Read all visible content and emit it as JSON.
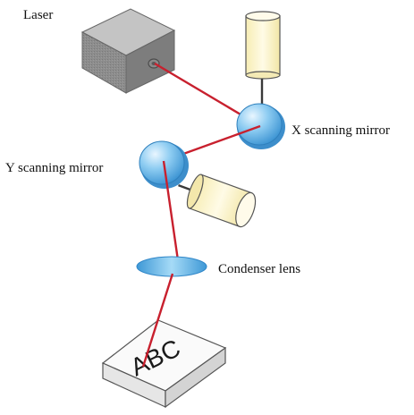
{
  "labels": {
    "laser": "Laser",
    "x_mirror": "X scanning mirror",
    "y_mirror": "Y scanning mirror",
    "condenser_lens": "Condenser lens"
  },
  "target_text": "ABC",
  "colors": {
    "beam": "#c8202e",
    "mirror": "#6bbcec",
    "motor": "#fbf4c6",
    "laser_box": "#8f8f8f",
    "target_box": "#f2f2f2"
  }
}
